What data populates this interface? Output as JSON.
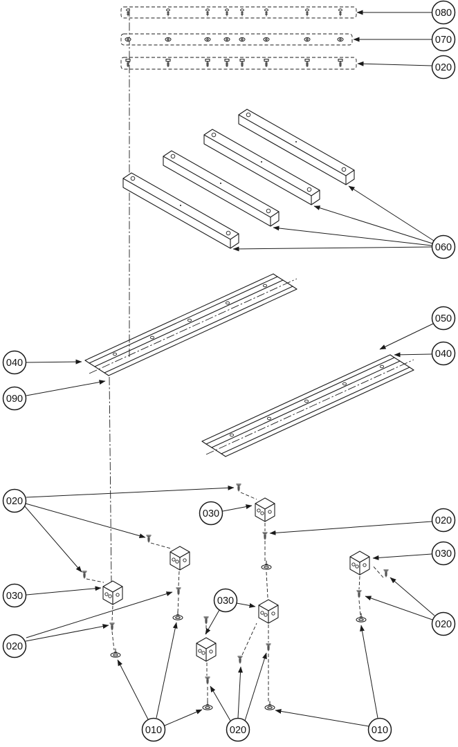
{
  "colors": {
    "line": "#1a1a1a",
    "background": "#ffffff",
    "balloon_fill": "#ffffff"
  },
  "callouts": {
    "c080": {
      "label": "080"
    },
    "c070": {
      "label": "070"
    },
    "c020_top": {
      "label": "020"
    },
    "c060": {
      "label": "060"
    },
    "c050": {
      "label": "050"
    },
    "c040_right": {
      "label": "040"
    },
    "c040_left": {
      "label": "040"
    },
    "c090": {
      "label": "090"
    },
    "c020_left": {
      "label": "020"
    },
    "c030_mid_upper": {
      "label": "030"
    },
    "c020_right_mid": {
      "label": "020"
    },
    "c030_right": {
      "label": "030"
    },
    "c030_left": {
      "label": "030"
    },
    "c030_mid_lower": {
      "label": "030"
    },
    "c020_left_low": {
      "label": "020"
    },
    "c020_right_low": {
      "label": "020"
    },
    "c010_left": {
      "label": "010"
    },
    "c020_bottom": {
      "label": "020"
    },
    "c010_right": {
      "label": "010"
    }
  }
}
